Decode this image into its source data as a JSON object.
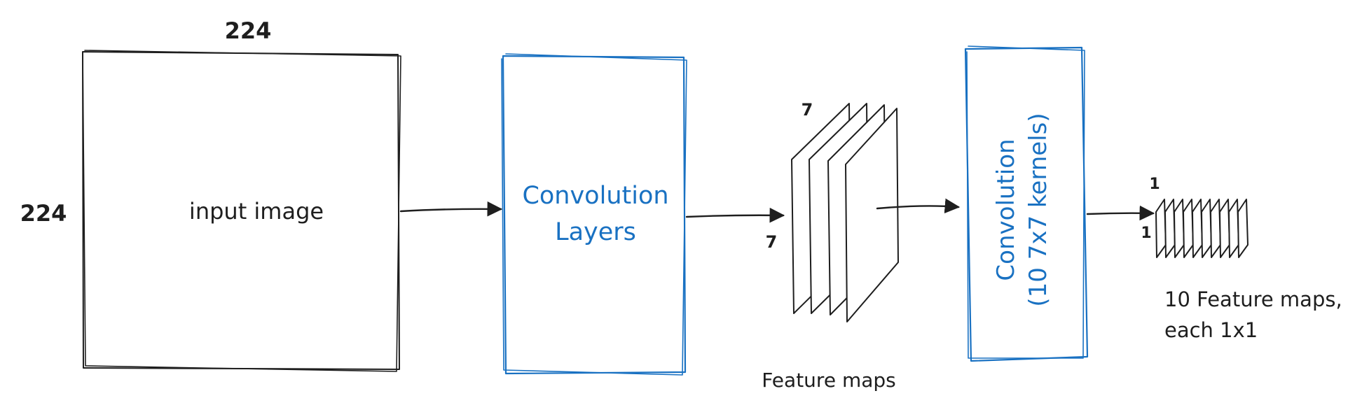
{
  "input_block": {
    "width_label": "224",
    "height_label": "224",
    "title": "input image"
  },
  "conv_block_1": {
    "line1": "Convolution",
    "line2": "Layers"
  },
  "feature_maps_1": {
    "width_label": "7",
    "height_label": "7",
    "caption": "Feature maps",
    "sheet_count": 4
  },
  "conv_block_2": {
    "line1": "Convolution",
    "line2": "(10 7x7 kernels)"
  },
  "feature_maps_2": {
    "width_label": "1",
    "height_label": "1",
    "caption_line1": "10 Feature maps,",
    "caption_line2": "each 1x1",
    "sheet_count": 10
  },
  "colors": {
    "ink": "#1e1e1e",
    "accent": "#1971c2"
  }
}
